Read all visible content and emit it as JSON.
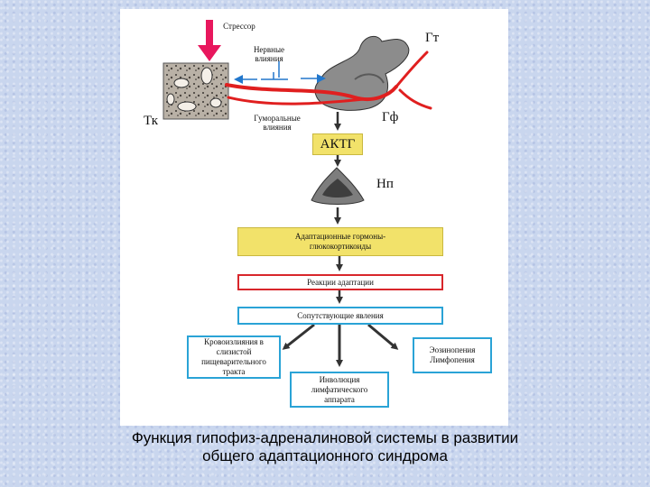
{
  "diagram": {
    "labels": {
      "stressor": "Стрессор",
      "neural": "Нервные влияния",
      "humoral": "Гуморальные влияния",
      "gt": "Гт",
      "gf": "Гф",
      "tk": "Тк",
      "np": "Нп"
    },
    "boxes": {
      "acth": "АКТГ",
      "hormones": "Адаптационные гормоны-глюкокортикоиды",
      "reactions": "Реакции адаптации",
      "accompanying": "Сопутствующие явления",
      "hemorrhage": "Кровоизлияния в слизистой пищеварительного тракта",
      "eosinopenia": "Эозинопения Лимфопения",
      "involution": "Инволюция лимфатического аппарата"
    },
    "colors": {
      "arrow": "#333333",
      "stressor_arrow": "#e8175d",
      "nerve_path": "#e01f1f",
      "humoral_path": "#2277cc",
      "yellow_box": "#f2e26a",
      "red_border": "#d8262b",
      "cyan_border": "#2aa3d6"
    }
  },
  "caption": {
    "line1": "Функция гипофиз-адреналиновой системы в развитии",
    "line2": "общего адаптационного синдрома"
  }
}
